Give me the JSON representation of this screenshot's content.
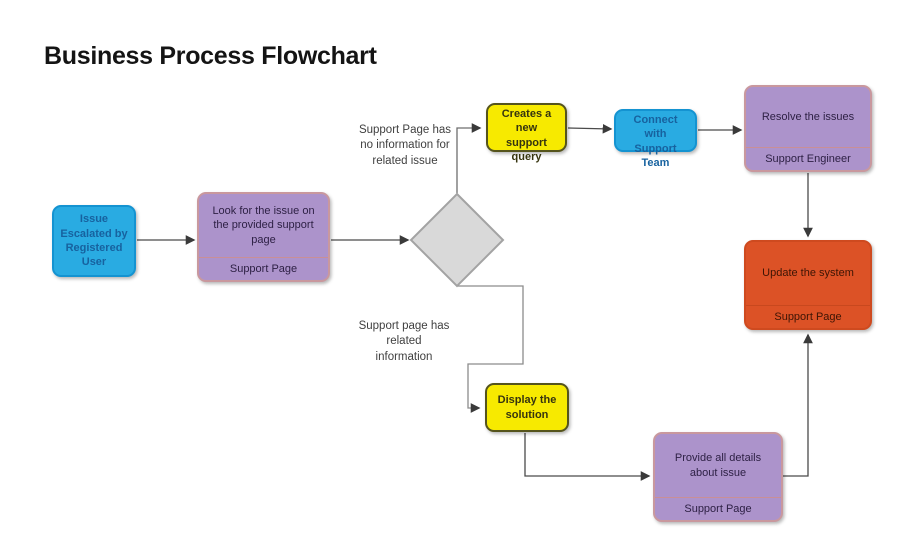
{
  "title": "Business Process Flowchart",
  "nodes": {
    "issue_escalated": {
      "label": "Issue\nEscalated by\nRegistered\nUser"
    },
    "look_for_issue": {
      "label": "Look for the issue on\nthe provided support\npage",
      "sublabel": "Support Page"
    },
    "creates_query": {
      "label": "Creates a new\nsupport query"
    },
    "connect_team": {
      "label": "Connect with\nSupport Team"
    },
    "resolve_issues": {
      "label": "Resolve the issues",
      "sublabel": "Support Engineer"
    },
    "update_system": {
      "label": "Update the system",
      "sublabel": "Support Page"
    },
    "display_solution": {
      "label": "Display the\nsolution"
    },
    "provide_details": {
      "label": "Provide all details\nabout issue",
      "sublabel": "Support Page"
    }
  },
  "edge_labels": {
    "no_information": "Support Page has\nno information for\nrelated issue",
    "has_information": "Support page has\nrelated\ninformation"
  },
  "colors": {
    "blue_fill": "#29ABE2",
    "blue_border": "#1493D1",
    "blue_text": "#17629F",
    "purple_fill": "#AC93CB",
    "purple_border": "#C9989E",
    "purple_divider": "#C98F96",
    "yellow_fill": "#F7EA00",
    "yellow_border": "#55541C",
    "orange_fill": "#DC5226",
    "orange_border": "#CE4A1F",
    "diamond_fill": "#D9D9D9",
    "diamond_border": "#A3A3A3",
    "connector": "#4A4A4A",
    "branch_connector": "#8C8C8C"
  }
}
